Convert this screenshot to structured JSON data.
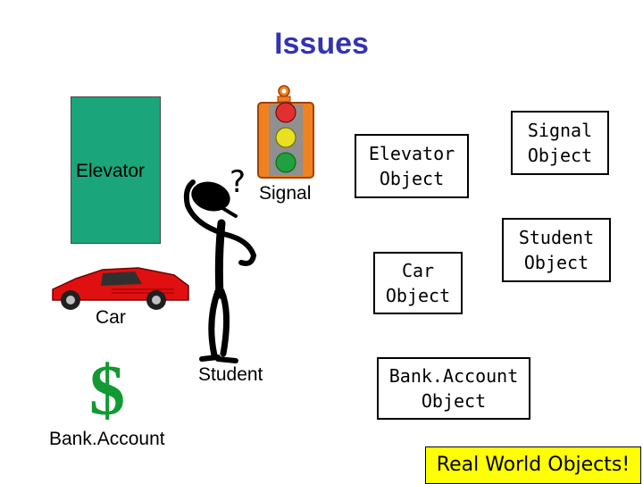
{
  "title": "Issues",
  "real_world": {
    "elevator": "Elevator",
    "signal": "Signal",
    "car": "Car",
    "student": "Student",
    "bank_account": "Bank.Account",
    "dollar_symbol": "$",
    "question_mark": "?"
  },
  "objects": {
    "elevator": [
      "Elevator",
      "Object"
    ],
    "signal": [
      "Signal",
      "Object"
    ],
    "car": [
      "Car",
      "Object"
    ],
    "student": [
      "Student",
      "Object"
    ],
    "bank_account": [
      "Bank.Account",
      "Object"
    ]
  },
  "caption": "Real World Objects!",
  "colors": {
    "title": "#3333b3",
    "elevator": "#1aa67a",
    "caption_bg": "#ffff00",
    "dollar": "#119933",
    "car": "#e01010",
    "light_frame": "#f08020"
  },
  "icons": [
    "traffic-light-icon",
    "car-icon",
    "thinking-person-icon",
    "dollar-icon"
  ]
}
